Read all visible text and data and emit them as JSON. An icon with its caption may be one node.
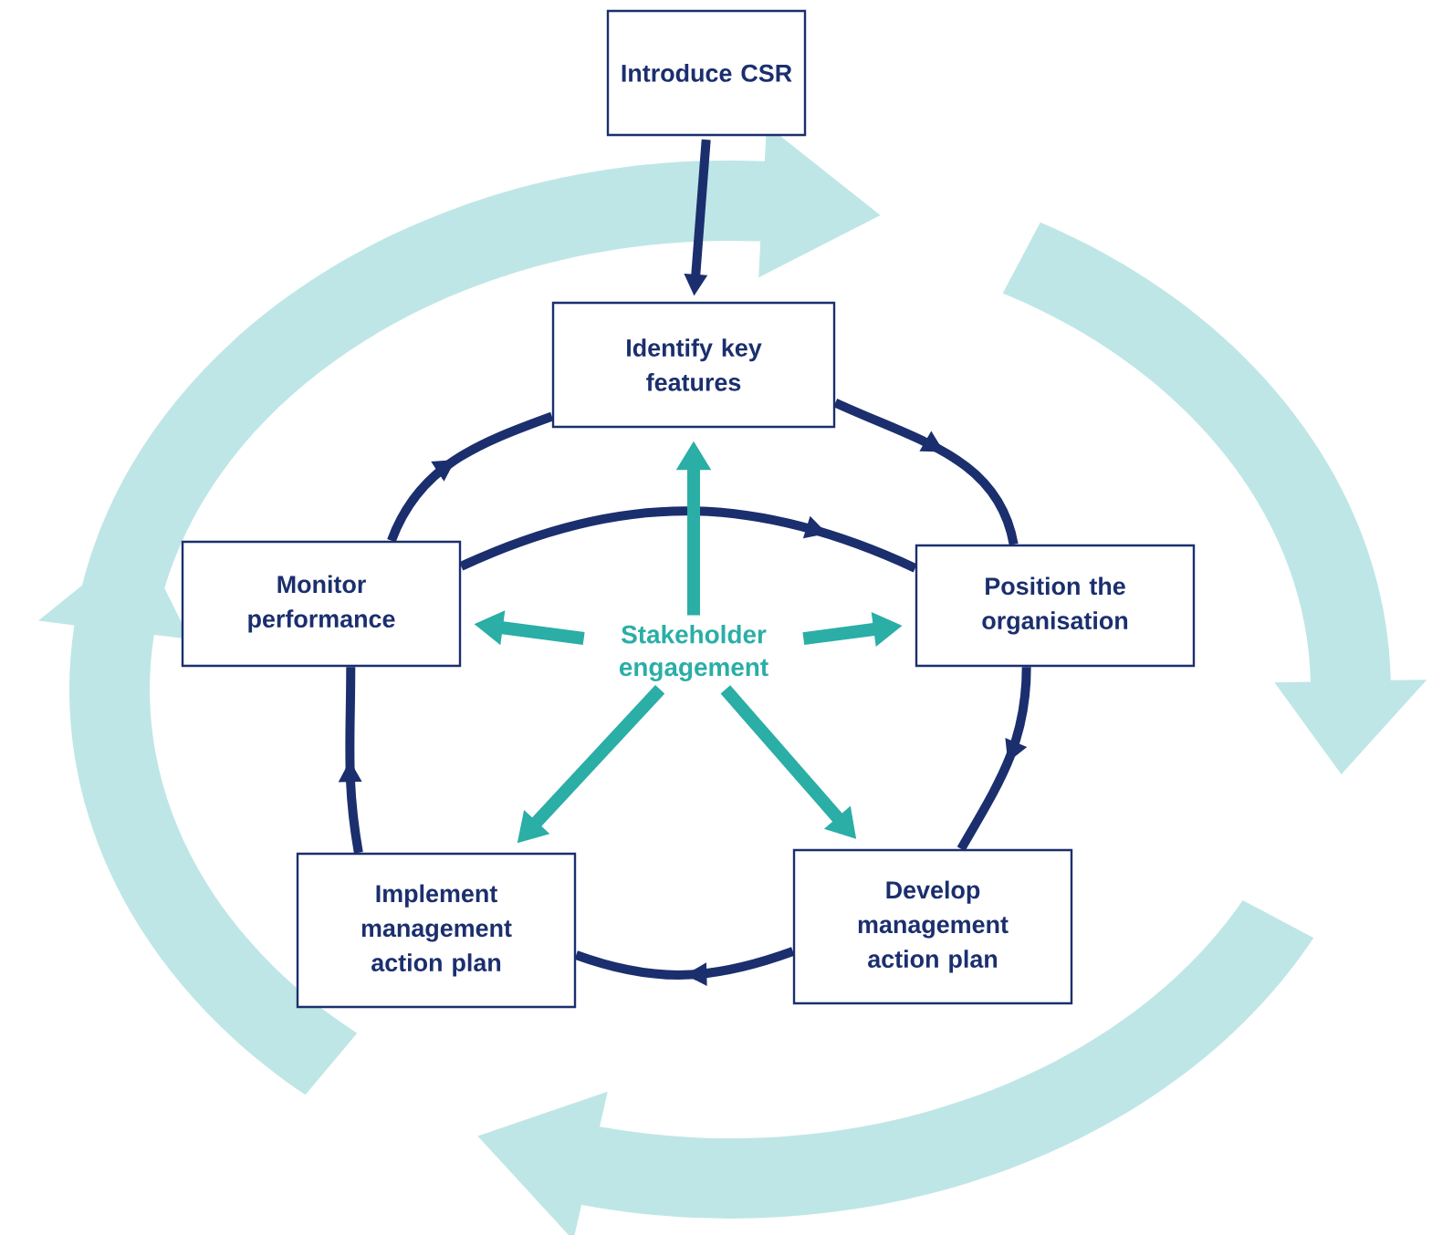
{
  "diagram": {
    "nodes": [
      {
        "text": [
          "Introduce CSR"
        ]
      },
      {
        "text": [
          "Identify key features"
        ]
      },
      {
        "text": [
          "Position the organisation"
        ]
      },
      {
        "text": [
          "Develop management action plan"
        ]
      },
      {
        "text": [
          "Implement management action plan"
        ]
      },
      {
        "text": [
          "Monitor performance"
        ]
      },
      {
        "text": [
          "Stakeholder engagement"
        ]
      }
    ],
    "edges": [
      {
        "from": 0,
        "to": 1,
        "arrow": "to"
      },
      {
        "from": 1,
        "to": 2,
        "arrow": "to"
      },
      {
        "from": 2,
        "to": 3,
        "arrow": "to"
      },
      {
        "from": 3,
        "to": 4,
        "arrow": "to"
      },
      {
        "from": 4,
        "to": 5,
        "arrow": "to"
      },
      {
        "from": 5,
        "to": 1,
        "arrow": "to"
      },
      {
        "from": 5,
        "to": 2,
        "arrow": "to"
      },
      {
        "from": 6,
        "to": 1,
        "arrow": "to",
        "color": "#2aaea6"
      },
      {
        "from": 6,
        "to": 2,
        "arrow": "to",
        "color": "#2aaea6"
      },
      {
        "from": 6,
        "to": 3,
        "arrow": "to",
        "color": "#2aaea6"
      },
      {
        "from": 6,
        "to": 4,
        "arrow": "to",
        "color": "#2aaea6"
      },
      {
        "from": 6,
        "to": 5,
        "arrow": "to",
        "color": "#2aaea6"
      }
    ]
  }
}
